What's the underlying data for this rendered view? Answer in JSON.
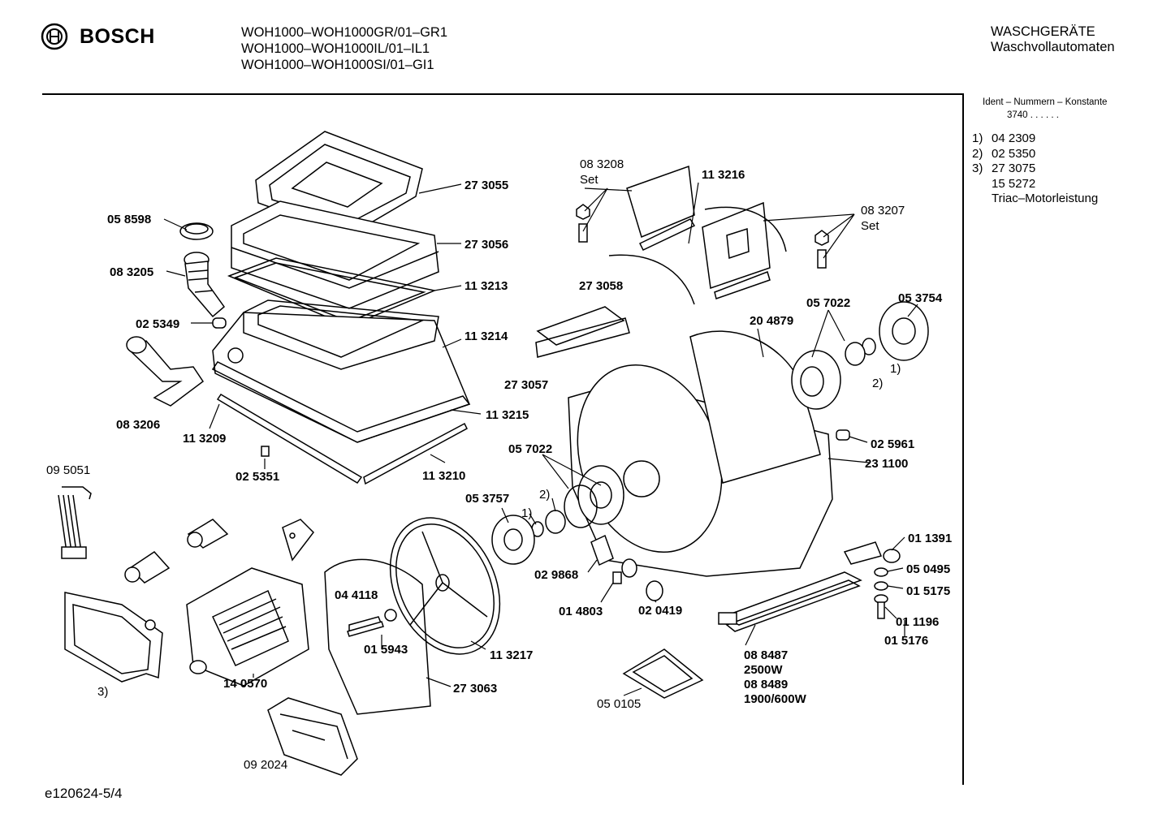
{
  "header": {
    "brand": "BOSCH",
    "models": [
      "WOH1000–WOH1000GR/01–GR1",
      "WOH1000–WOH1000IL/01–IL1",
      "WOH1000–WOH1000SI/01–GI1"
    ],
    "category_de": "WASCHGERÄTE",
    "category_sub": "Waschvollautomaten"
  },
  "side": {
    "ident_title": "Ident – Nummern – Konstante",
    "konstante": "3740  .  .  .  .  .  .",
    "notes": [
      {
        "n": "1)",
        "text": "04 2309"
      },
      {
        "n": "2)",
        "text": "02 5350"
      },
      {
        "n": "3)",
        "text": "27 3075"
      },
      {
        "n": "",
        "text": "15 5272"
      },
      {
        "n": "",
        "text": "Triac–Motorleistung"
      }
    ]
  },
  "footer": "e120624-5/4",
  "parts": {
    "p273055": "27 3055",
    "p058598": "05 8598",
    "p273056": "27 3056",
    "p083205": "08 3205",
    "p113213": "11 3213",
    "p025349": "02 5349",
    "p113214": "11 3214",
    "p083206": "08 3206",
    "p113209": "11 3209",
    "p113215": "11 3215",
    "p025351": "02 5351",
    "p113210": "11 3210",
    "p095051": "09 5051",
    "p083208": "08 3208",
    "set1": "Set",
    "p113216": "11 3216",
    "p083207": "08 3207",
    "set2": "Set",
    "p273058": "27 3058",
    "p273057": "27 3057",
    "p204879": "20 4879",
    "p057022a": "05 7022",
    "p053754": "05 3754",
    "n2a": "2)",
    "n1a": "1)",
    "p025961": "02 5961",
    "p231100": "23 1100",
    "p057022b": "05 7022",
    "p053757": "05 3757",
    "n2b": "2)",
    "n1b": "1)",
    "p029868": "02 9868",
    "p014803": "01 4803",
    "p020419": "02 0419",
    "p011391": "01 1391",
    "p050495": "05 0495",
    "p015175": "01 5175",
    "p011196": "01 1196",
    "p015176": "01 5176",
    "p088487": "08 8487",
    "w2500": "2500W",
    "p088489": "08 8489",
    "w1900": "1900/600W",
    "p050105": "05 0105",
    "p044118": "04 4118",
    "p015943": "01 5943",
    "p113217": "11 3217",
    "p273063": "27 3063",
    "p140570": "14 0570",
    "n3": "3)",
    "p092024": "09 2024"
  }
}
